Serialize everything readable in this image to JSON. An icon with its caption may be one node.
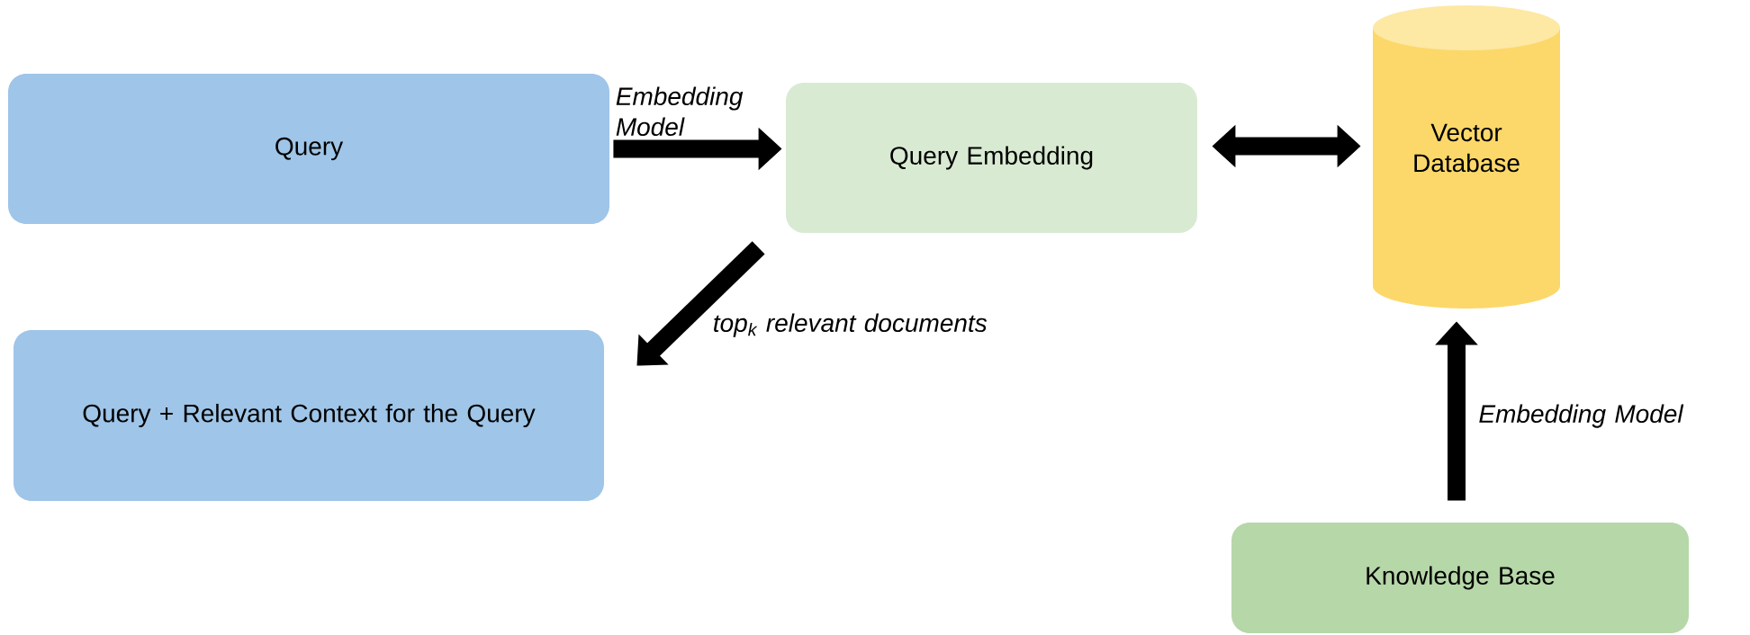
{
  "diagram": {
    "nodes": [
      {
        "text": [
          "Query"
        ]
      },
      {
        "text": [
          "Query Embedding"
        ]
      },
      {
        "text": [
          "Vector Database"
        ]
      },
      {
        "text": [
          "Query + Relevant Context for the Query"
        ]
      },
      {
        "text": [
          "Knowledge Base"
        ]
      }
    ],
    "edges": [
      {
        "from": 0,
        "to": 1,
        "arrow": "to",
        "label": "Embedding Model"
      },
      {
        "from": 1,
        "to": 2,
        "arrow": "both"
      },
      {
        "from": 1,
        "to": 3,
        "arrow": "to",
        "label": "top$_{k}$ relevant documents"
      },
      {
        "from": 4,
        "to": 2,
        "arrow": "to",
        "label": "Embedding Model"
      }
    ]
  }
}
